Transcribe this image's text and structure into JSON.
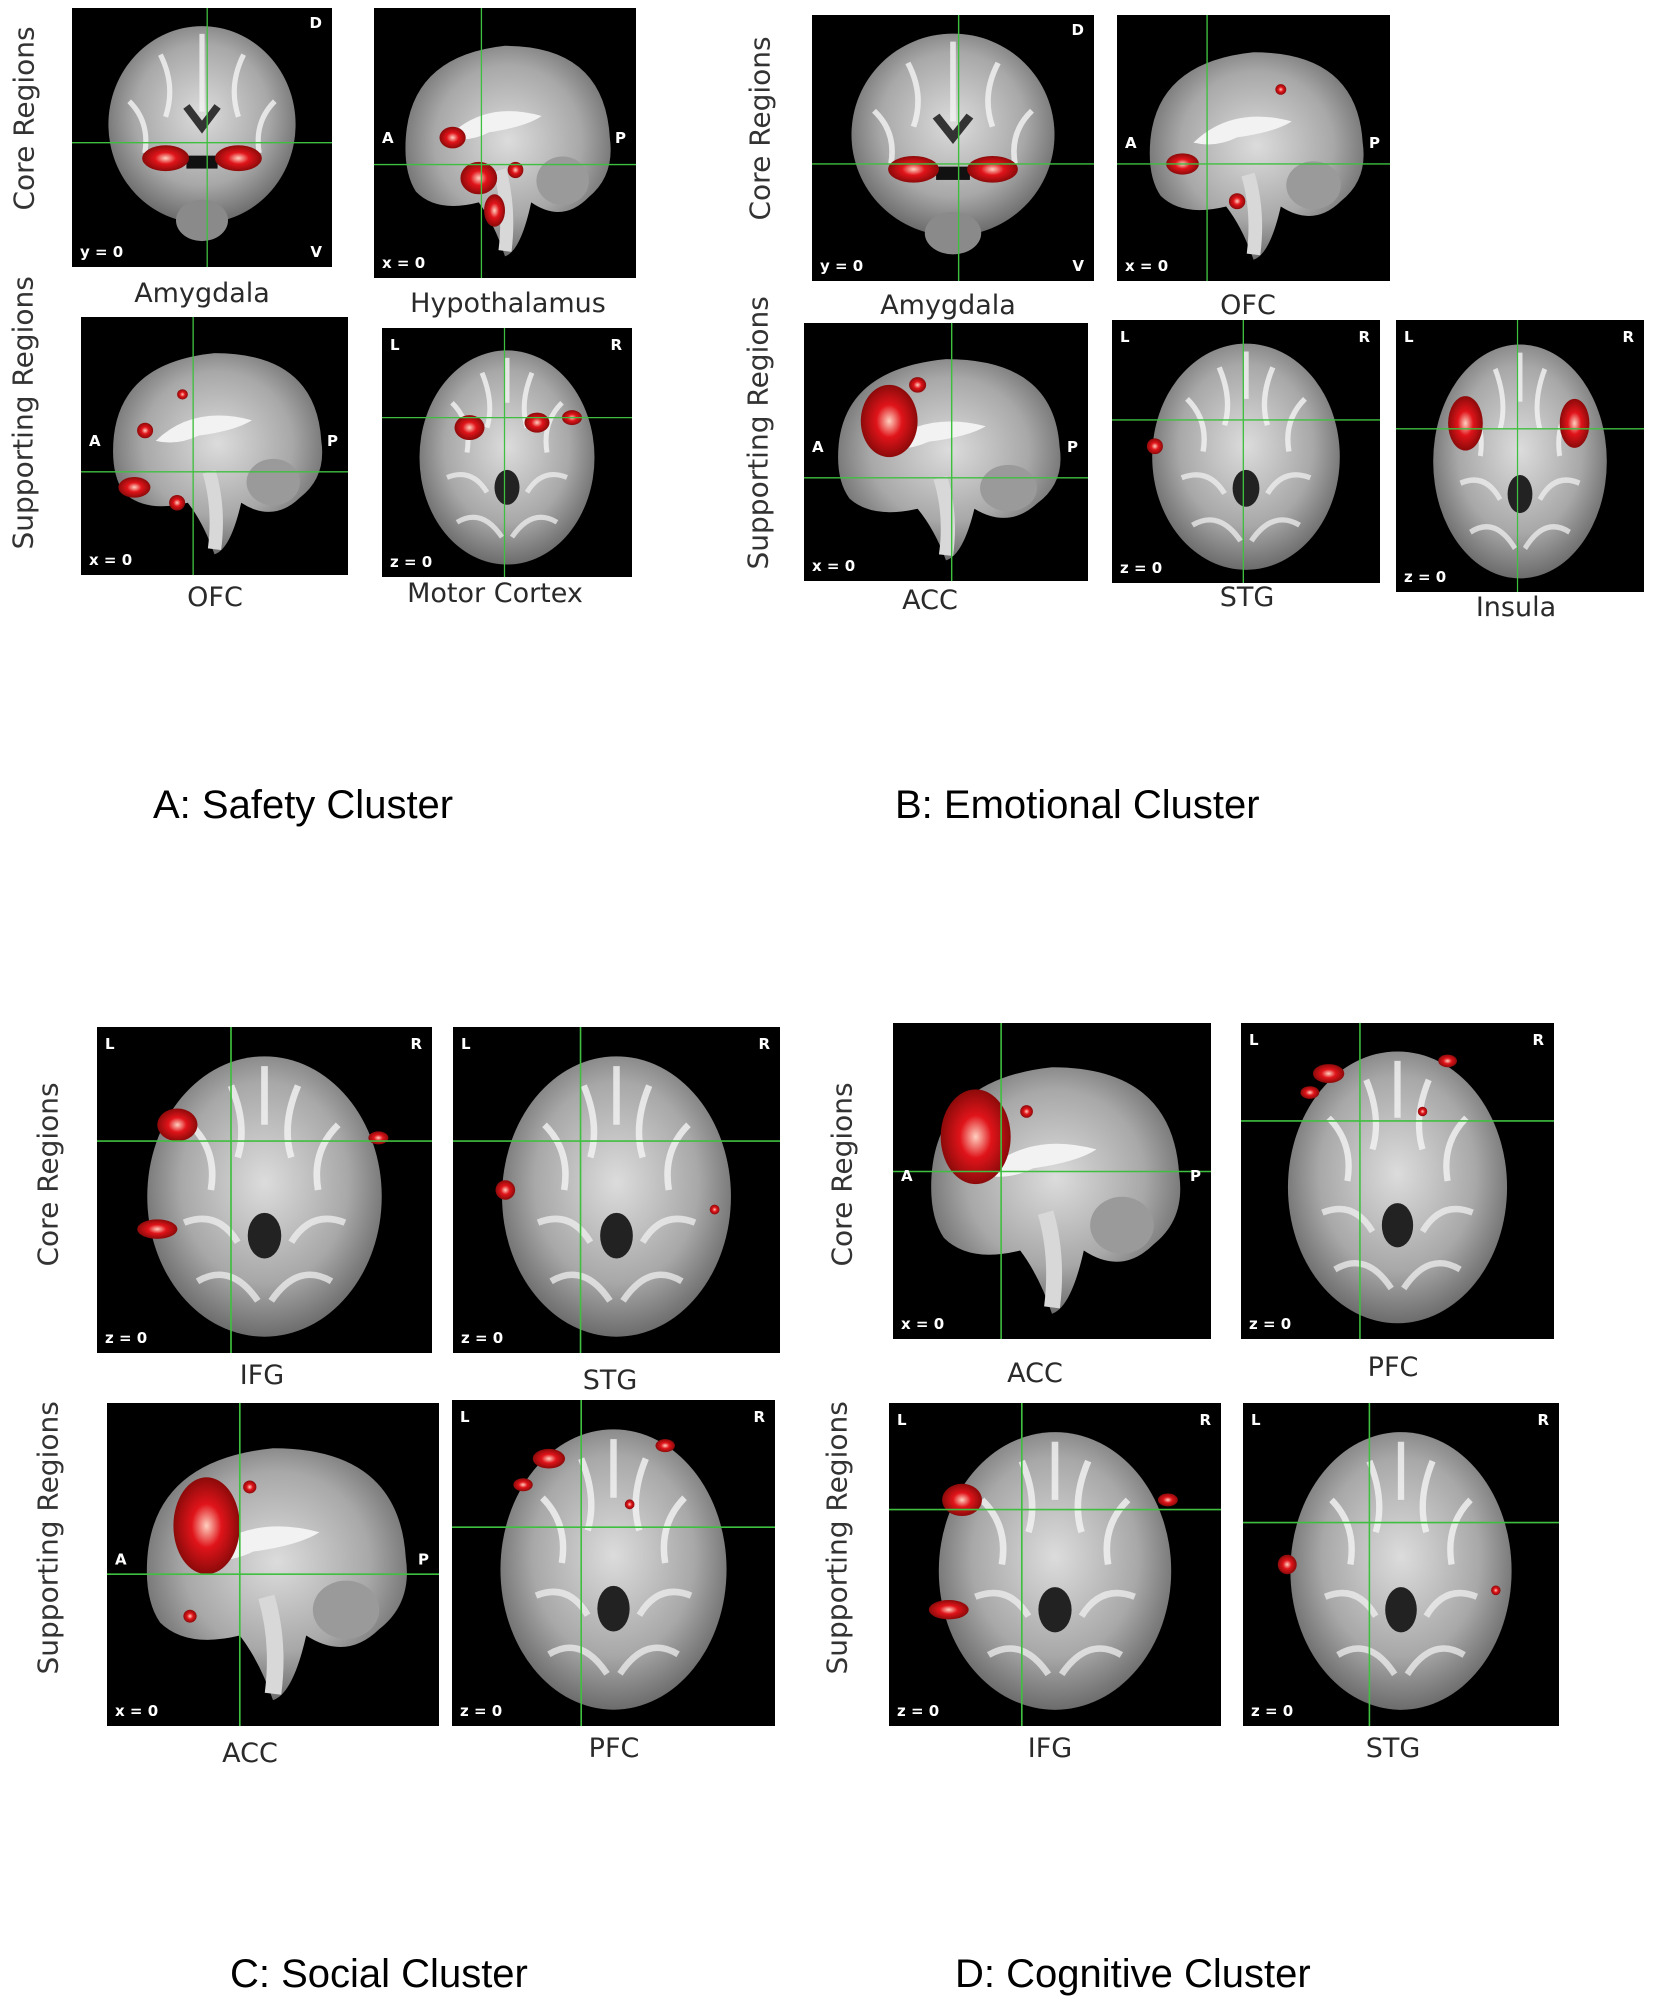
{
  "row_labels": {
    "core": "Core Regions",
    "supporting": "Supporting Regions"
  },
  "clusters": [
    {
      "id": "A",
      "title": "A: Safety Cluster"
    },
    {
      "id": "B",
      "title": "B: Emotional Cluster"
    },
    {
      "id": "C",
      "title": "C: Social Cluster"
    },
    {
      "id": "D",
      "title": "D: Cognitive Cluster"
    }
  ],
  "panels": [
    {
      "cluster": "A",
      "row": "core",
      "view": "coronal",
      "label": "Amygdala",
      "coord": "y = 0",
      "marks": [
        "D",
        "V"
      ]
    },
    {
      "cluster": "A",
      "row": "core",
      "view": "sagittal",
      "label": "Hypothalamus",
      "coord": "x = 0",
      "marks": [
        "A",
        "P"
      ]
    },
    {
      "cluster": "A",
      "row": "supporting",
      "view": "sagittal",
      "label": "OFC",
      "coord": "x = 0",
      "marks": [
        "A",
        "P"
      ]
    },
    {
      "cluster": "A",
      "row": "supporting",
      "view": "axial",
      "label": "Motor Cortex",
      "coord": "z = 0",
      "marks": [
        "L",
        "R"
      ]
    },
    {
      "cluster": "B",
      "row": "core",
      "view": "coronal",
      "label": "Amygdala",
      "coord": "y = 0",
      "marks": [
        "D",
        "V"
      ]
    },
    {
      "cluster": "B",
      "row": "core",
      "view": "sagittal",
      "label": "OFC",
      "coord": "x = 0",
      "marks": [
        "A",
        "P"
      ]
    },
    {
      "cluster": "B",
      "row": "supporting",
      "view": "sagittal",
      "label": "ACC",
      "coord": "x = 0",
      "marks": [
        "A",
        "P"
      ]
    },
    {
      "cluster": "B",
      "row": "supporting",
      "view": "axial",
      "label": "STG",
      "coord": "z = 0",
      "marks": [
        "L",
        "R"
      ]
    },
    {
      "cluster": "B",
      "row": "supporting",
      "view": "axial",
      "label": "Insula",
      "coord": "z = 0",
      "marks": [
        "L",
        "R"
      ]
    },
    {
      "cluster": "C",
      "row": "core",
      "view": "axial",
      "label": "IFG",
      "coord": "z = 0",
      "marks": [
        "L",
        "R"
      ]
    },
    {
      "cluster": "C",
      "row": "core",
      "view": "axial",
      "label": "STG",
      "coord": "z = 0",
      "marks": [
        "L",
        "R"
      ]
    },
    {
      "cluster": "C",
      "row": "supporting",
      "view": "sagittal",
      "label": "ACC",
      "coord": "x = 0",
      "marks": [
        "A",
        "P"
      ]
    },
    {
      "cluster": "C",
      "row": "supporting",
      "view": "axial",
      "label": "PFC",
      "coord": "z = 0",
      "marks": [
        "L",
        "R"
      ]
    },
    {
      "cluster": "D",
      "row": "core",
      "view": "sagittal",
      "label": "ACC",
      "coord": "x = 0",
      "marks": [
        "A",
        "P"
      ]
    },
    {
      "cluster": "D",
      "row": "core",
      "view": "axial",
      "label": "PFC",
      "coord": "z = 0",
      "marks": [
        "L",
        "R"
      ]
    },
    {
      "cluster": "D",
      "row": "supporting",
      "view": "axial",
      "label": "IFG",
      "coord": "z = 0",
      "marks": [
        "L",
        "R"
      ]
    },
    {
      "cluster": "D",
      "row": "supporting",
      "view": "axial",
      "label": "STG",
      "coord": "z = 0",
      "marks": [
        "L",
        "R"
      ]
    }
  ],
  "colors": {
    "activation": "#e0141a",
    "crosshair": "#3fbf3f",
    "background": "#000000"
  }
}
